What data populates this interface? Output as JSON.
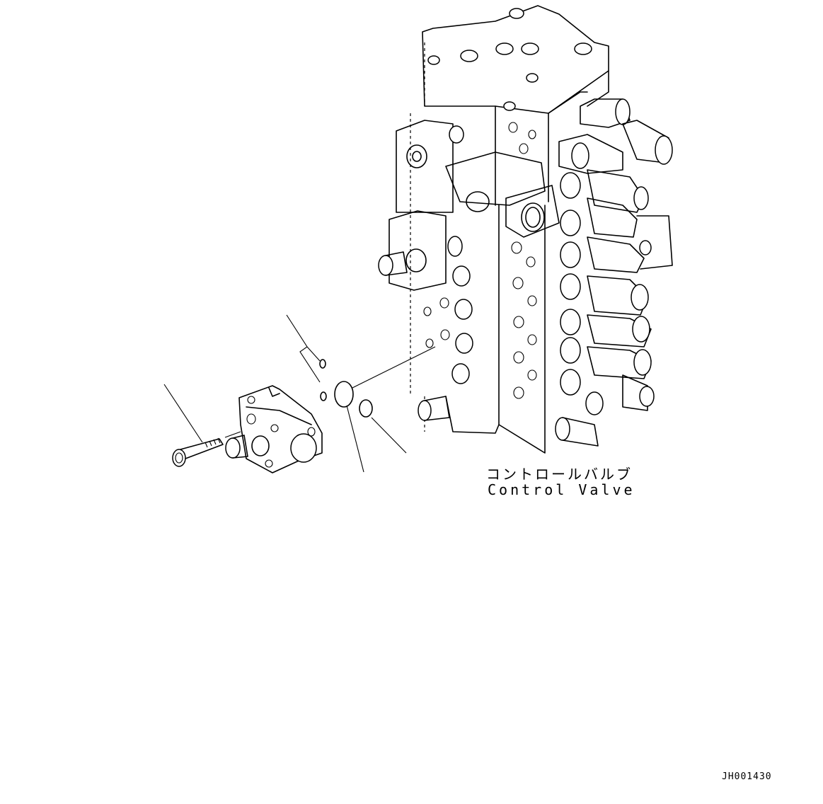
{
  "labels": {
    "part_name_ja": "コントロールバルブ",
    "part_name_en": "Control Valve",
    "drawing_id": "JH001430"
  },
  "colors": {
    "line": "#000000",
    "background": "#ffffff"
  }
}
